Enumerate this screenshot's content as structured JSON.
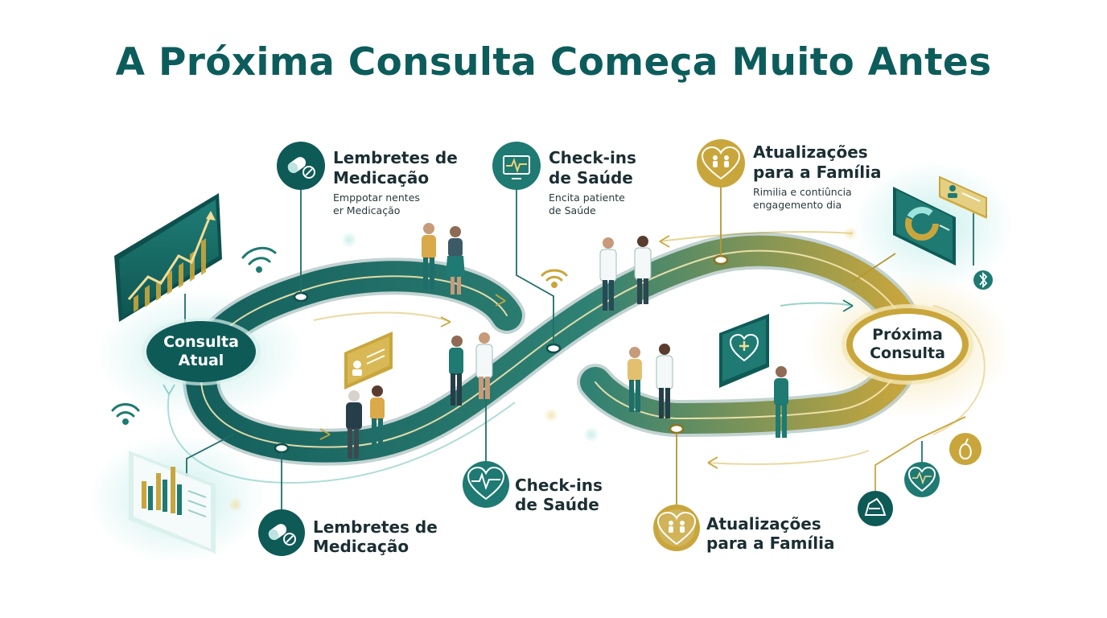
{
  "title": "A Próxima Consulta Começa Muito Antes",
  "start_node": {
    "line1": "Consulta",
    "line2": "Atual"
  },
  "end_node": {
    "line1": "Próxima",
    "line2": "Consulta"
  },
  "top_labels": [
    {
      "title_line1": "Lembretes de",
      "title_line2": "Medicação",
      "sub_line1": "Emppotar nentes",
      "sub_line2": "er Medicação",
      "icon": "pill-icon"
    },
    {
      "title_line1": "Check-ins",
      "title_line2": "de Saúde",
      "sub_line1": "Encita patiente",
      "sub_line2": "de Saúde",
      "icon": "monitor-heartbeat-icon"
    },
    {
      "title_line1": "Atualizações",
      "title_line2": "para a Família",
      "sub_line1": "Rimilia e contiûncia",
      "sub_line2": "engagemento dia",
      "icon": "family-heart-icon"
    }
  ],
  "bottom_labels": [
    {
      "title_line1": "Lembretes de",
      "title_line2": "Medicação",
      "icon": "pill-icon"
    },
    {
      "title_line1": "Check-ins",
      "title_line2": "de Saúde",
      "icon": "heartbeat-icon"
    },
    {
      "title_line1": "Atualizações",
      "title_line2": "para a Família",
      "icon": "family-heart-icon"
    }
  ],
  "colors": {
    "teal_dark": "#0d5c5c",
    "teal": "#1e7a72",
    "gold": "#c9a63c",
    "ink": "#1b2e33"
  }
}
